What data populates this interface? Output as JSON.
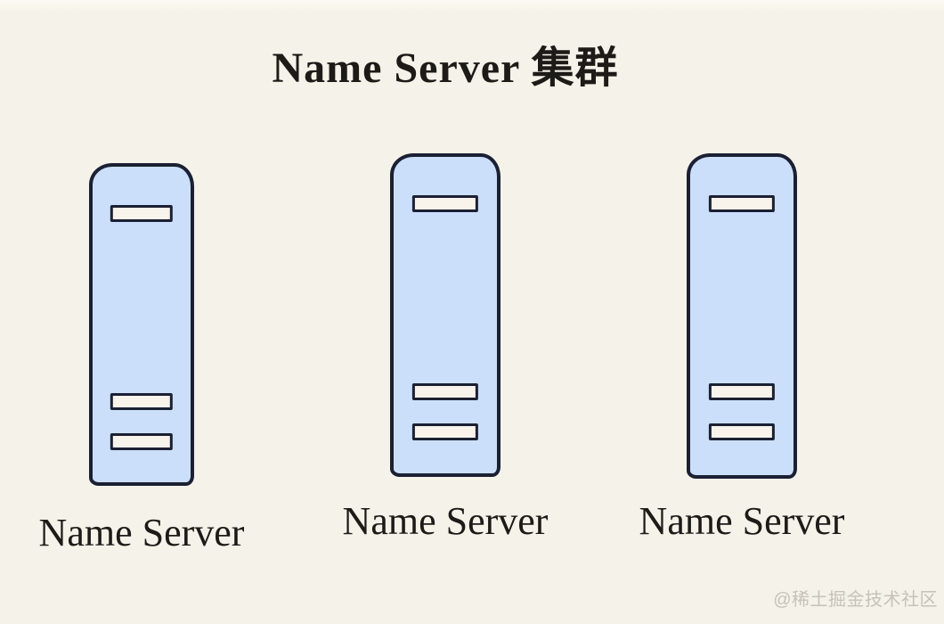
{
  "title": "Name Server 集群",
  "watermark": "@稀土掘金技术社区",
  "servers": [
    {
      "label": "Name Server"
    },
    {
      "label": "Name Server"
    },
    {
      "label": "Name Server"
    }
  ],
  "colors": {
    "background": "#f5f2e9",
    "server_fill": "#cbdffa",
    "server_border": "#1b2033",
    "slot_fill": "#f8f4ec",
    "text": "#1d1b18",
    "watermark": "#c7c2b8"
  }
}
